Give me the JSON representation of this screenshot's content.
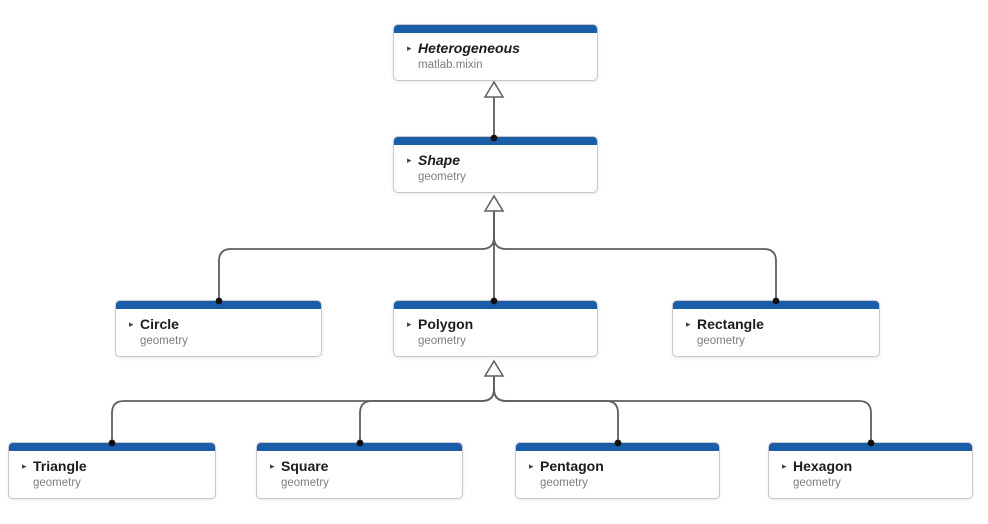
{
  "colors": {
    "header_blue": "#1b5da9",
    "connector_gray": "#5f5f5f",
    "node_border": "#c9c9c9",
    "class_name_text": "#1c1c1c",
    "package_text": "#7e7e7e",
    "dot_black": "#111111",
    "canvas_bg": "#ffffff",
    "arrowhead_fill": "#fbfbfb"
  },
  "icons": {
    "expander": "▸"
  },
  "nodes": [
    {
      "name": "Heterogeneous",
      "package": "matlab.mixin",
      "abstract": true
    },
    {
      "name": "Shape",
      "package": "geometry",
      "abstract": true
    },
    {
      "name": "Circle",
      "package": "geometry",
      "abstract": false
    },
    {
      "name": "Polygon",
      "package": "geometry",
      "abstract": false
    },
    {
      "name": "Rectangle",
      "package": "geometry",
      "abstract": false
    },
    {
      "name": "Triangle",
      "package": "geometry",
      "abstract": false
    },
    {
      "name": "Square",
      "package": "geometry",
      "abstract": false
    },
    {
      "name": "Pentagon",
      "package": "geometry",
      "abstract": false
    },
    {
      "name": "Hexagon",
      "package": "geometry",
      "abstract": false
    }
  ],
  "edges": [
    {
      "from": "Shape",
      "to": "Heterogeneous",
      "type": "inheritance"
    },
    {
      "from": "Circle",
      "to": "Shape",
      "type": "inheritance"
    },
    {
      "from": "Polygon",
      "to": "Shape",
      "type": "inheritance"
    },
    {
      "from": "Rectangle",
      "to": "Shape",
      "type": "inheritance"
    },
    {
      "from": "Triangle",
      "to": "Polygon",
      "type": "inheritance"
    },
    {
      "from": "Square",
      "to": "Polygon",
      "type": "inheritance"
    },
    {
      "from": "Pentagon",
      "to": "Polygon",
      "type": "inheritance"
    },
    {
      "from": "Hexagon",
      "to": "Polygon",
      "type": "inheritance"
    }
  ]
}
